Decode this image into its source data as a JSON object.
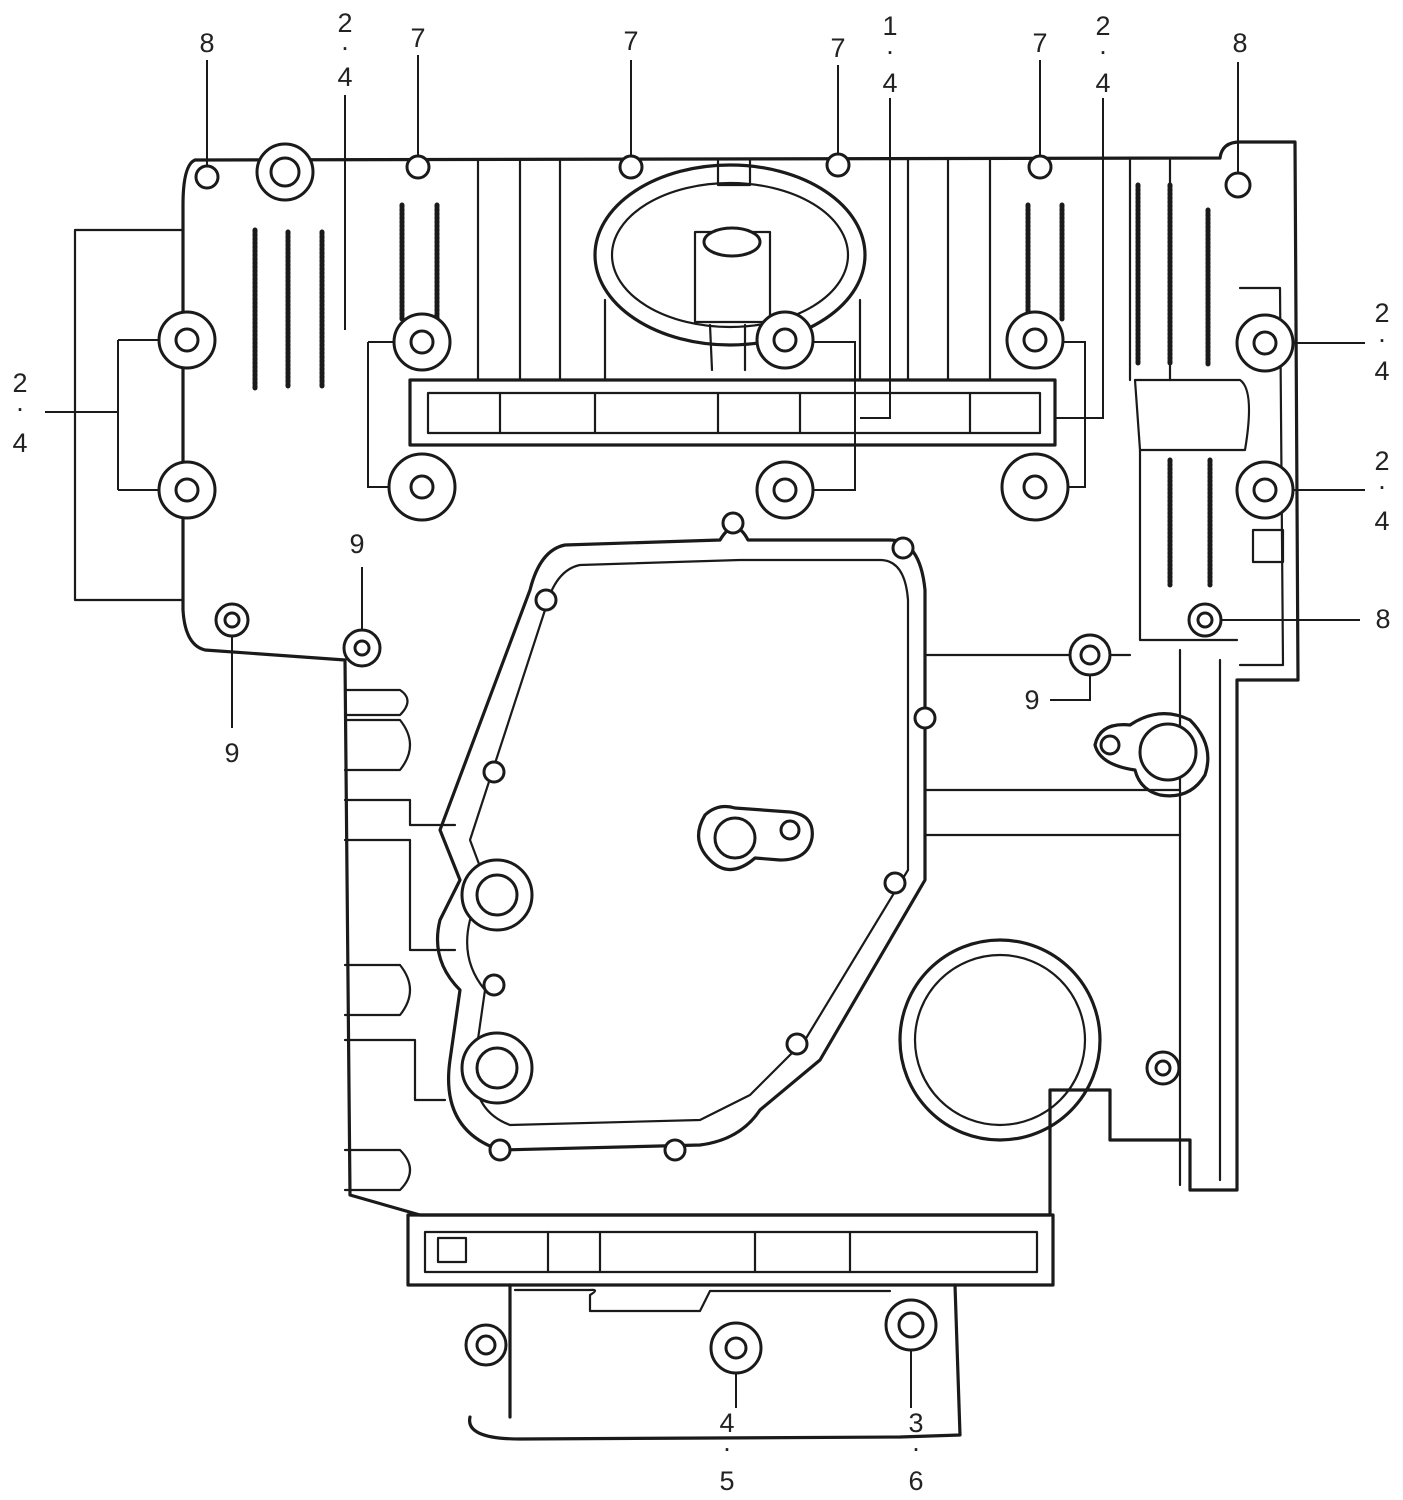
{
  "bolt_labels": [
    {
      "id": "tl-8",
      "lines": [
        "8"
      ]
    },
    {
      "id": "t-2-4-a",
      "lines": [
        "2",
        "·",
        "4"
      ]
    },
    {
      "id": "t-7-a",
      "lines": [
        "7"
      ]
    },
    {
      "id": "t-7-b",
      "lines": [
        "7"
      ]
    },
    {
      "id": "t-7-c",
      "lines": [
        "7"
      ]
    },
    {
      "id": "t-1-4",
      "lines": [
        "1",
        "·",
        "4"
      ]
    },
    {
      "id": "t-7-d",
      "lines": [
        "7"
      ]
    },
    {
      "id": "t-2-4-b",
      "lines": [
        "2",
        "·",
        "4"
      ]
    },
    {
      "id": "tr-8",
      "lines": [
        "8"
      ]
    },
    {
      "id": "l-2-4",
      "lines": [
        "2",
        "·",
        "4"
      ]
    },
    {
      "id": "r-2-4-a",
      "lines": [
        "2",
        "·",
        "4"
      ]
    },
    {
      "id": "r-2-4-b",
      "lines": [
        "2",
        "·",
        "4"
      ]
    },
    {
      "id": "r-8",
      "lines": [
        "8"
      ]
    },
    {
      "id": "m-9-a",
      "lines": [
        "9"
      ]
    },
    {
      "id": "l-9",
      "lines": [
        "9"
      ]
    },
    {
      "id": "m-9-b",
      "lines": [
        "9"
      ]
    },
    {
      "id": "b-4-5",
      "lines": [
        "4",
        "·",
        "5"
      ]
    },
    {
      "id": "b-3-6",
      "lines": [
        "3",
        "·",
        "6"
      ]
    }
  ]
}
